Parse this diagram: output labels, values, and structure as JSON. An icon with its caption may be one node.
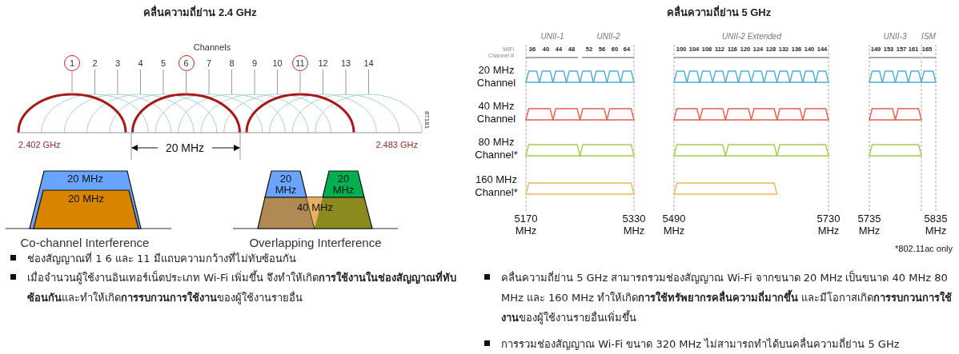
{
  "diagram": {
    "nodes": [
      {
        "text": [
          "1"
        ]
      },
      {
        "text": [
          "6"
        ]
      },
      {
        "text": [
          "11"
        ]
      },
      {
        "text": [
          "20 MHz"
        ]
      },
      {
        "text": [
          "20 MHz"
        ],
        "in": 3
      },
      {
        "text": [
          "20 MHz"
        ]
      },
      {
        "text": [
          "20 MHz"
        ]
      },
      {
        "text": [
          "40 MHz"
        ]
      }
    ],
    "labels": [
      "คลื่นความถี่ย่าน 2.4 GHz",
      "คลื่นความถี่ย่าน 5 GHz",
      "Channels",
      "2",
      "3",
      "4",
      "5",
      "7",
      "8",
      "9",
      "10",
      "12",
      "13",
      "14",
      "87181",
      "2.402 GHz",
      "20 MHz",
      "2.483 GHz",
      "Co-channel Interference",
      "Overlapping Interference",
      "UNII-1",
      "UNII-2",
      "UNII-2 Extended",
      "UNII-3",
      "ISM",
      "WiFi Channel #",
      "36",
      "40",
      "44",
      "48",
      "52",
      "56",
      "60",
      "64",
      "100",
      "104",
      "108",
      "112",
      "116",
      "120",
      "124",
      "128",
      "132",
      "136",
      "140",
      "144",
      "149",
      "153",
      "157",
      "161",
      "165",
      "20 MHz Channel",
      "40 MHz Channel",
      "80 MHz Channel*",
      "160 MHz Channel*",
      "5170 MHz",
      "5330 MHz",
      "5490 MHz",
      "5730 MHz",
      "5735 MHz",
      "5835 MHz",
      "*802.11ac only",
      "ช่องสัญญาณที่ 1 6 และ 11 มีแถบความกว้างที่ไม่ทับซ้อนกัน",
      "เมื่อจำนวนผู้ใช้งานอินเทอร์เน็ตประเภท Wi-Fi เพิ่มขึ้น จึงทำให้เกิด**การใช้งานในช่องสัญญาณที่ทับซ้อนกัน**และทำให้เกิด**การรบกวนการใช้งาน**ของผู้ใช้งานรายอื่น",
      "คลื่นความถี่ย่าน 5 GHz สามารถรวมช่องสัญญาณ Wi-Fi จากขนาด 20 MHz เป็นขนาด 40 MHz 80 MHz และ 160 MHz ทำให้เกิด**การใช้ทรัพยากรคลื่นความถี่มากขึ้น** และมีโอกาสเกิด**การรบกวนการใช้งาน**ของผู้ใช้งานรายอื่นเพิ่มขึ้น",
      "การรวมช่องสัญญาณ Wi-Fi ขนาด 320 MHz ไม่สามารถทำได้บนคลื่นความถี่ย่าน 5 GHz"
    ]
  }
}
